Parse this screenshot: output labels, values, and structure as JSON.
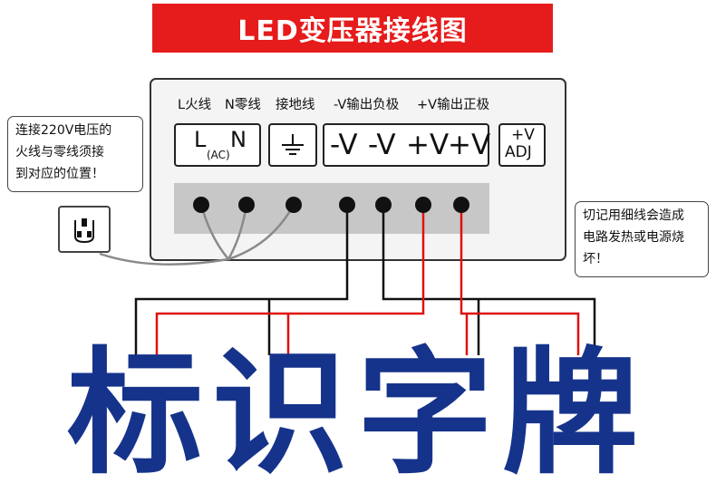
{
  "title": "LED变压器接线图",
  "terminal_labels": {
    "live": "L火线",
    "neutral": "N零线",
    "ground": "接地线",
    "neg_out": "-V输出负极",
    "pos_out": "+V输出正极"
  },
  "terminals": {
    "L": "L",
    "N": "N",
    "AC": "(AC)",
    "neg1": "-V",
    "neg2": "-V",
    "pos1": "+V",
    "pos2": "+V",
    "adj_top": "+V",
    "adj_bottom": "ADJ"
  },
  "left_note": [
    "连接220V电压的",
    "火线与零线须接",
    "到对应的位置！"
  ],
  "right_note": [
    "切记用细线会造成",
    "电路发热或电源烧",
    "坏！"
  ],
  "sign_text": "标识字牌",
  "colors": {
    "banner": "#e61b1b",
    "sign_text": "#16338b",
    "wire_red": "#e01010",
    "wire_black": "#111111",
    "wire_gray": "#8a8a8a"
  },
  "icons": [
    "ground-icon",
    "power-outlet-icon"
  ]
}
